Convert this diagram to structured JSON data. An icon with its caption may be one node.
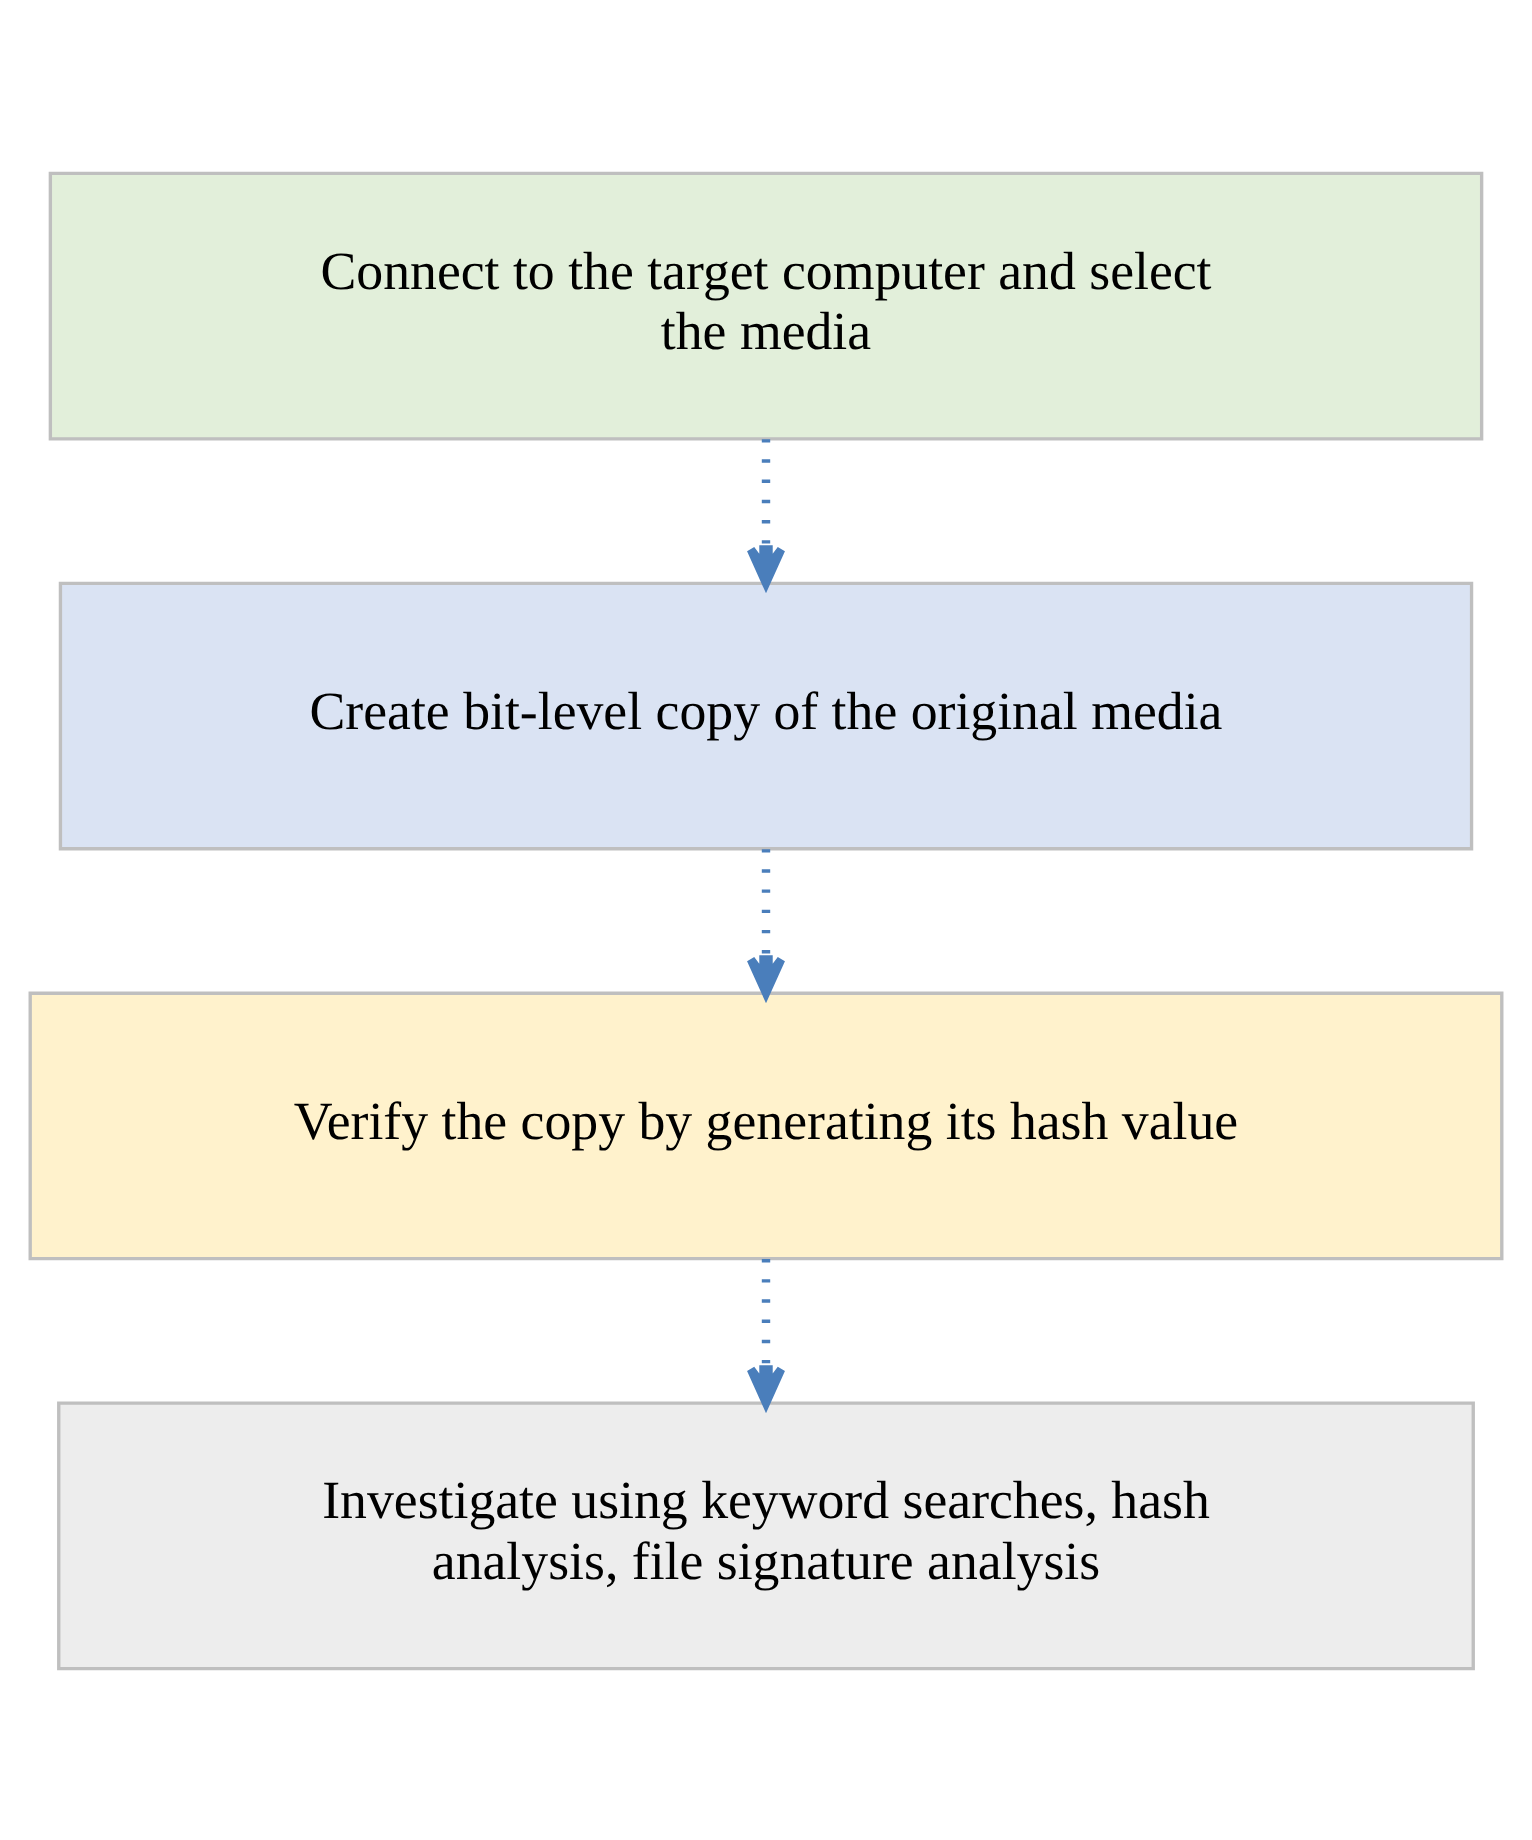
{
  "diagram": {
    "nodes": [
      {
        "text": [
          "Connect to the target computer and select the media"
        ]
      },
      {
        "text": [
          "Create bit-level copy of the original media"
        ]
      },
      {
        "text": [
          "Verify the copy by generating its hash value"
        ]
      },
      {
        "text": [
          "Investigate using keyword searches, hash analysis, file signature analysis"
        ]
      }
    ],
    "edges": [
      {
        "from": 0,
        "to": 1,
        "arrow": "to",
        "style": "dashed"
      },
      {
        "from": 1,
        "to": 2,
        "arrow": "to",
        "style": "dashed"
      },
      {
        "from": 2,
        "to": 3,
        "arrow": "to",
        "style": "dashed"
      }
    ]
  }
}
